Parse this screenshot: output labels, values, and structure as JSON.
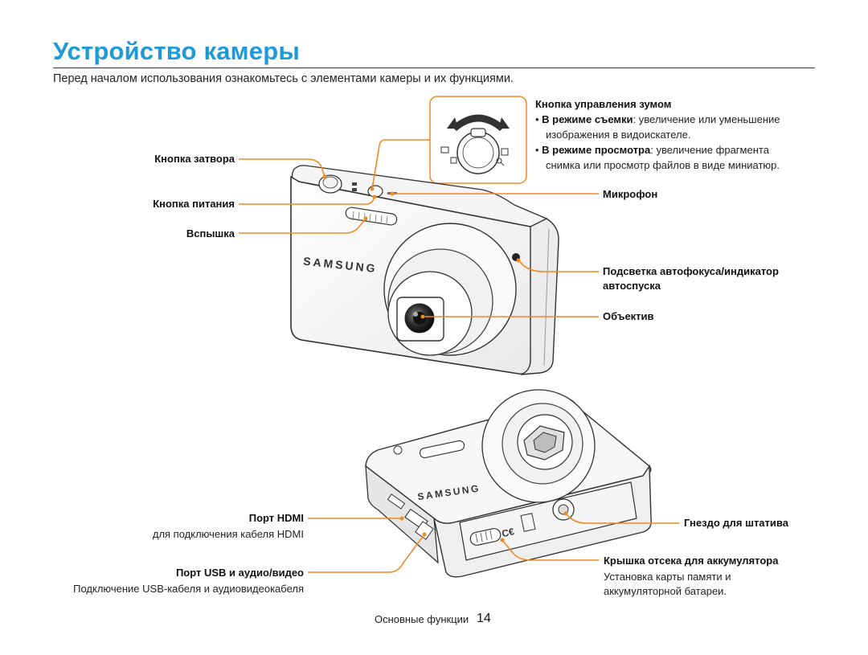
{
  "page": {
    "title": "Устройство камеры",
    "intro": "Перед началом использования ознакомьтесь с элементами камеры и их функциями."
  },
  "zoom": {
    "heading": "Кнопка управления зумом",
    "items": [
      {
        "bold": "В режиме съемки",
        "line1": ": увеличение или уменьшение",
        "line2": "изображения в видоискателе."
      },
      {
        "bold": "В режиме просмотра",
        "line1": ": увеличение фрагмента",
        "line2": "снимка или просмотр файлов в виде миниатюр."
      }
    ]
  },
  "labels": {
    "shutter": "Кнопка затвора",
    "power": "Кнопка питания",
    "flash": "Вспышка",
    "microphone": "Микрофон",
    "af_lamp_1": "Подсветка автофокуса/индикатор",
    "af_lamp_2": "автоспуска",
    "lens": "Объектив",
    "hdmi": "Порт HDMI",
    "hdmi_desc": "для подключения кабеля HDMI",
    "usb": "Порт USB и аудио/видео",
    "usb_desc": "Подключение USB-кабеля и аудиовидеокабеля",
    "tripod": "Гнездо для штатива",
    "battery": "Крышка отсека для аккумулятора",
    "battery_desc_1": "Установка карты памяти и",
    "battery_desc_2": "аккумуляторной батареи."
  },
  "camera": {
    "brand": "SAMSUNG"
  },
  "footer": {
    "section": "Основные функции",
    "page_number": "14"
  },
  "colors": {
    "title": "#1e9ad6",
    "leader": "#f08a24"
  }
}
